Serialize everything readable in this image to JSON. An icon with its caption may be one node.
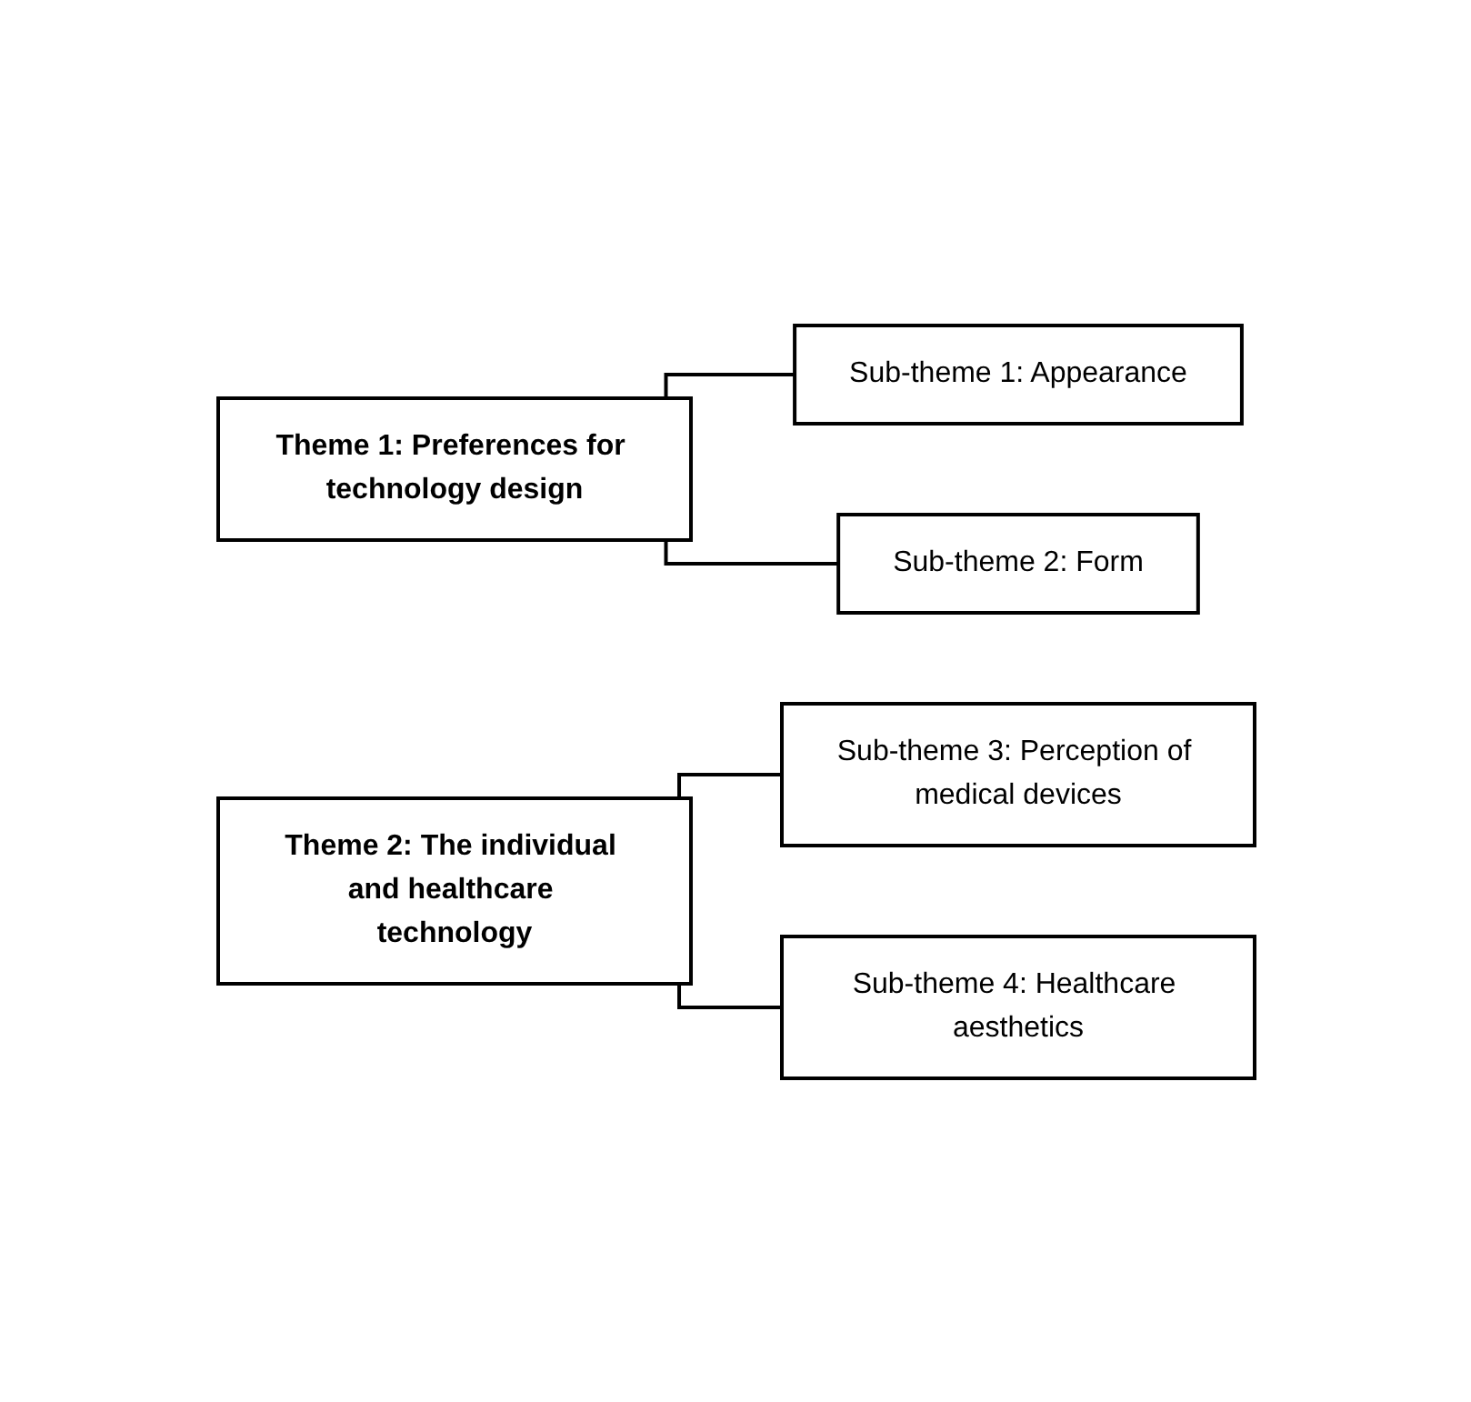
{
  "diagram": {
    "nodes": [
      {
        "text": [
          "Theme 1: Preferences for technology design"
        ]
      },
      {
        "text": [
          "Sub-theme 1: Appearance"
        ]
      },
      {
        "text": [
          "Sub-theme 2: Form"
        ]
      },
      {
        "text": [
          "Theme 2: The individual and healthcare technology"
        ]
      },
      {
        "text": [
          "Sub-theme 3: Perception of medical devices"
        ]
      },
      {
        "text": [
          "Sub-theme 4: Healthcare aesthetics"
        ]
      }
    ],
    "edges": [
      {
        "from": 0,
        "to": 1,
        "arrow": "none"
      },
      {
        "from": 0,
        "to": 2,
        "arrow": "none"
      },
      {
        "from": 3,
        "to": 4,
        "arrow": "none"
      },
      {
        "from": 3,
        "to": 5,
        "arrow": "none"
      }
    ]
  }
}
